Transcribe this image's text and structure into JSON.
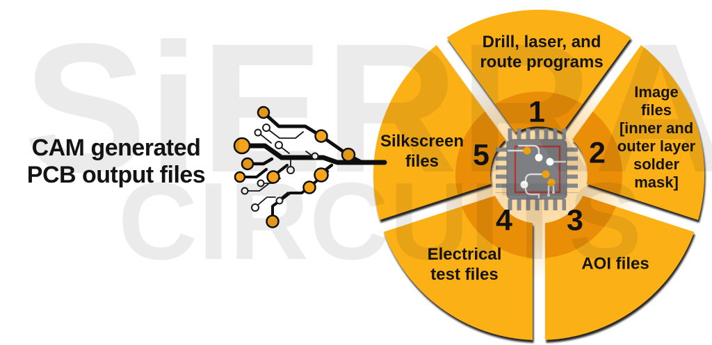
{
  "title": {
    "text": "CAM generated PCB output files",
    "lines": [
      "CAM generated",
      "PCB output files"
    ]
  },
  "watermark": {
    "line1": "SiERRA",
    "line2": "CIRCUITS"
  },
  "colors": {
    "background": "#FFFFFF",
    "segment_bright": "#FBB116",
    "segment_dark": "#EA8E08",
    "center_glow": "#F5A41C",
    "text": "#141414",
    "watermark_gray": "#EBEBEB",
    "chip_body_gray": "#7D7F82",
    "chip_red_frame": "#B03A30",
    "chip_trace_gray": "#D9DADC",
    "pad_orange": "#F5A41C",
    "trace_black": "#0E0E0E"
  },
  "chart_data": {
    "type": "pie",
    "title": "CAM generated PCB output files",
    "legend_position": "none",
    "center_icon": "microchip",
    "description": "Five equal wedges (20% each) arranged clockwise around a central microchip icon, numbered 1-5",
    "segments": [
      {
        "number": "1",
        "label": "Drill, laser, and route programs",
        "lines": [
          "Drill, laser, and",
          "route programs"
        ],
        "position": "top",
        "share_pct": 20
      },
      {
        "number": "2",
        "label": "Image files [inner and outer layer solder mask]",
        "lines": [
          "Image",
          "files",
          "[inner and",
          "outer layer",
          "solder",
          "mask]"
        ],
        "position": "right",
        "share_pct": 20
      },
      {
        "number": "3",
        "label": "AOI files",
        "lines": [
          "AOI files"
        ],
        "position": "bottom-right",
        "share_pct": 20
      },
      {
        "number": "4",
        "label": "Electrical test files",
        "lines": [
          "Electrical",
          "test files"
        ],
        "position": "bottom-left",
        "share_pct": 20
      },
      {
        "number": "5",
        "label": "Silkscreen files",
        "lines": [
          "Silkscreen",
          "files"
        ],
        "position": "left",
        "share_pct": 20
      }
    ]
  }
}
